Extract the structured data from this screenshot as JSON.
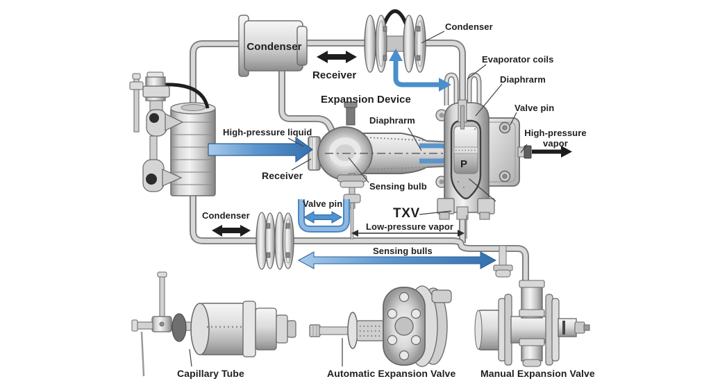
{
  "diagram": {
    "title": "Expansion Device",
    "colors": {
      "flow_blue": "#4a8ecb",
      "flow_blue_light": "#9cc4e8",
      "arrow_black": "#1d1d1d",
      "metal_light": "#f2f2f2",
      "metal_mid": "#c9c9c9",
      "metal_dark": "#8e8e8e",
      "outline": "#666666",
      "background": "#ffffff",
      "label_text": "#1e1e1e"
    },
    "labels": {
      "condenser_main": "Condenser",
      "receiver_top": "Receiver",
      "condenser_right": "Condenser",
      "evaporator_coils": "Evaporator coils",
      "diaphragm_right": "Diaphrarm",
      "valve_pin_right": "Valve pin",
      "high_pressure_vapor": "High-pressure vapor",
      "expansion_device_title": "Expansion Device",
      "diaphragm_center": "Diaphrarm",
      "high_pressure_liquid": "High-pressure liquid",
      "receiver_center": "Receiver",
      "sensing_bulb": "Sensing bulb",
      "valve_pin_bottom": "Valve pin",
      "txv": "TXV",
      "low_pressure_vapor": "Low-pressure vapor",
      "sensing_bulbs_span": "Sensing bulls",
      "condenser_bottom": "Condenser",
      "pressure_letter": "P",
      "capillary_tube": "Capillary Tube",
      "automatic_expansion_valve": "Automatic Expansion Valve",
      "manual_expansion_valve": "Manual Expansion Valve"
    }
  }
}
